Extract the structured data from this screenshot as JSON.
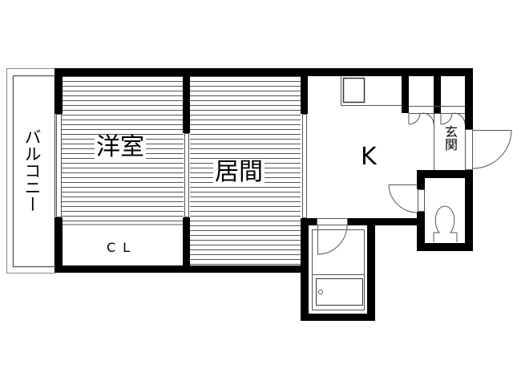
{
  "floorplan": {
    "rooms": {
      "balcony": "バルコニー",
      "western_room": "洋室",
      "closet": "CL",
      "living_room": "居間",
      "kitchen": "K",
      "entrance": "玄関"
    },
    "colors": {
      "wall": "#000000",
      "line": "#666666",
      "background": "#ffffff"
    }
  }
}
